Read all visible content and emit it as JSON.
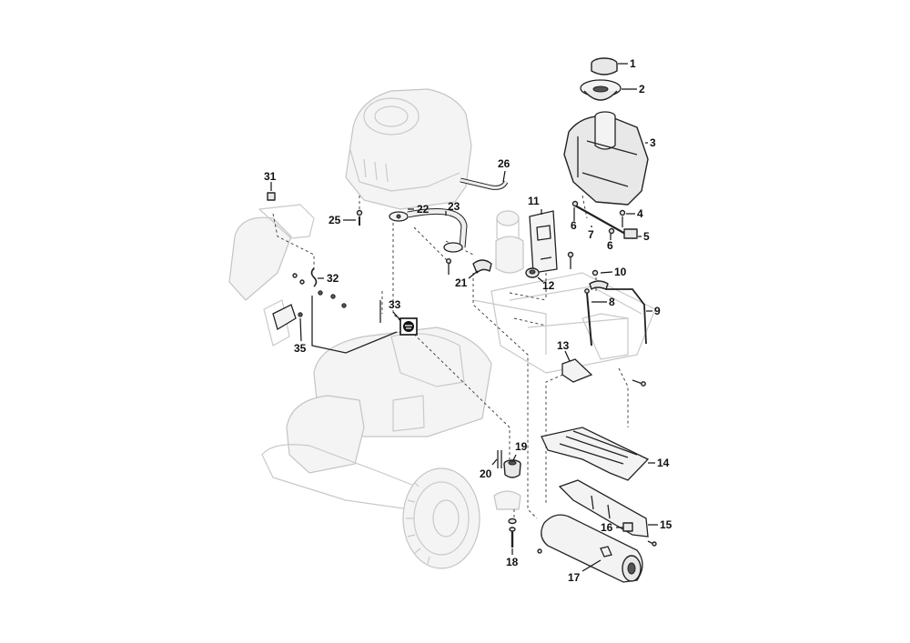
{
  "callouts": [
    {
      "id": "c1",
      "label": "1"
    },
    {
      "id": "c2",
      "label": "2"
    },
    {
      "id": "c3",
      "label": "3"
    },
    {
      "id": "c4",
      "label": "4"
    },
    {
      "id": "c5",
      "label": "5"
    },
    {
      "id": "c6a",
      "label": "6"
    },
    {
      "id": "c6b",
      "label": "6"
    },
    {
      "id": "c7",
      "label": "7"
    },
    {
      "id": "c8",
      "label": "8"
    },
    {
      "id": "c9",
      "label": "9"
    },
    {
      "id": "c10",
      "label": "10"
    },
    {
      "id": "c11",
      "label": "11"
    },
    {
      "id": "c12",
      "label": "12"
    },
    {
      "id": "c13",
      "label": "13"
    },
    {
      "id": "c14",
      "label": "14"
    },
    {
      "id": "c15",
      "label": "15"
    },
    {
      "id": "c16",
      "label": "16"
    },
    {
      "id": "c17",
      "label": "17"
    },
    {
      "id": "c18",
      "label": "18"
    },
    {
      "id": "c19",
      "label": "19"
    },
    {
      "id": "c20",
      "label": "20"
    },
    {
      "id": "c21",
      "label": "21"
    },
    {
      "id": "c22",
      "label": "22"
    },
    {
      "id": "c23",
      "label": "23"
    },
    {
      "id": "c25",
      "label": "25"
    },
    {
      "id": "c26",
      "label": "26"
    },
    {
      "id": "c31",
      "label": "31"
    },
    {
      "id": "c32",
      "label": "32"
    },
    {
      "id": "c33",
      "label": "33"
    },
    {
      "id": "c35",
      "label": "35"
    }
  ],
  "icons": {
    "mower-symbol": "mower-icon"
  },
  "colors": {
    "line": "#222222",
    "ghost": "#c9c9c9",
    "background": "#ffffff"
  }
}
